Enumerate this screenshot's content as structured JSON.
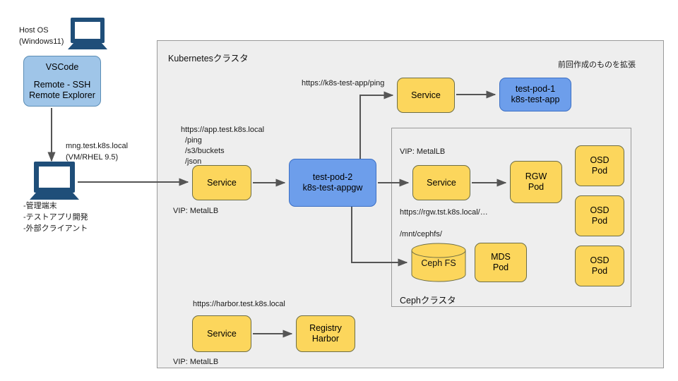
{
  "diagram": {
    "host": {
      "label_line1": "Host OS",
      "label_line2": "(Windows11)",
      "icon": "laptop-icon"
    },
    "vscode": {
      "title": "VSCode",
      "line1": "Remote - SSH",
      "line2": "Remote Explorer"
    },
    "mng": {
      "label_line1": "mng.test.k8s.local",
      "label_line2": "(VM/RHEL 9.5)",
      "icon": "laptop-icon",
      "notes_line1": "-管理端末",
      "notes_line2": "-テストアプリ開発",
      "notes_line3": "-外部クライアント"
    },
    "k8s_cluster": {
      "title": "Kubernetesクラスタ",
      "note_top_right": "前回作成のものを拡張",
      "app_endpoint": {
        "url": "https://app.test.k8s.local",
        "path1": "/ping",
        "path2": "/s3/buckets",
        "path3": "/json"
      },
      "app_service": {
        "label": "Service",
        "vip": "VIP: MetalLB"
      },
      "appgw_pod": {
        "line1": "test-pod-2",
        "line2": "k8s-test-appgw"
      },
      "ping_endpoint": {
        "url": "https://k8s-test-app/ping"
      },
      "app_service_top": {
        "label": "Service"
      },
      "app_pod_top": {
        "line1": "test-pod-1",
        "line2": "k8s-test-app"
      },
      "harbor_endpoint": {
        "url": "https://harbor.test.k8s.local"
      },
      "harbor_service": {
        "label": "Service",
        "vip": "VIP: MetalLB"
      },
      "harbor_registry": {
        "line1": "Registry",
        "line2": "Harbor"
      }
    },
    "ceph_cluster": {
      "title": "Cephクラスタ",
      "vip": "VIP: MetalLB",
      "rgw_url": "https://rgw.tst.k8s.local/…",
      "mount_path": "/mnt/cephfs/",
      "service": {
        "label": "Service"
      },
      "rgw_pod": {
        "line1": "RGW",
        "line2": "Pod"
      },
      "cephfs": {
        "label": "Ceph FS"
      },
      "mds_pod": {
        "line1": "MDS",
        "line2": "Pod"
      },
      "osd_pods": [
        {
          "line1": "OSD",
          "line2": "Pod"
        },
        {
          "line1": "OSD",
          "line2": "Pod"
        },
        {
          "line1": "OSD",
          "line2": "Pod"
        }
      ]
    },
    "colors": {
      "yellow": "#fcd65c",
      "blue": "#6d9eeb",
      "light_blue": "#9fc5e8",
      "navy_icon": "#1f4e79",
      "group_bg": "#eeeeee",
      "arrow": "#555555"
    }
  }
}
